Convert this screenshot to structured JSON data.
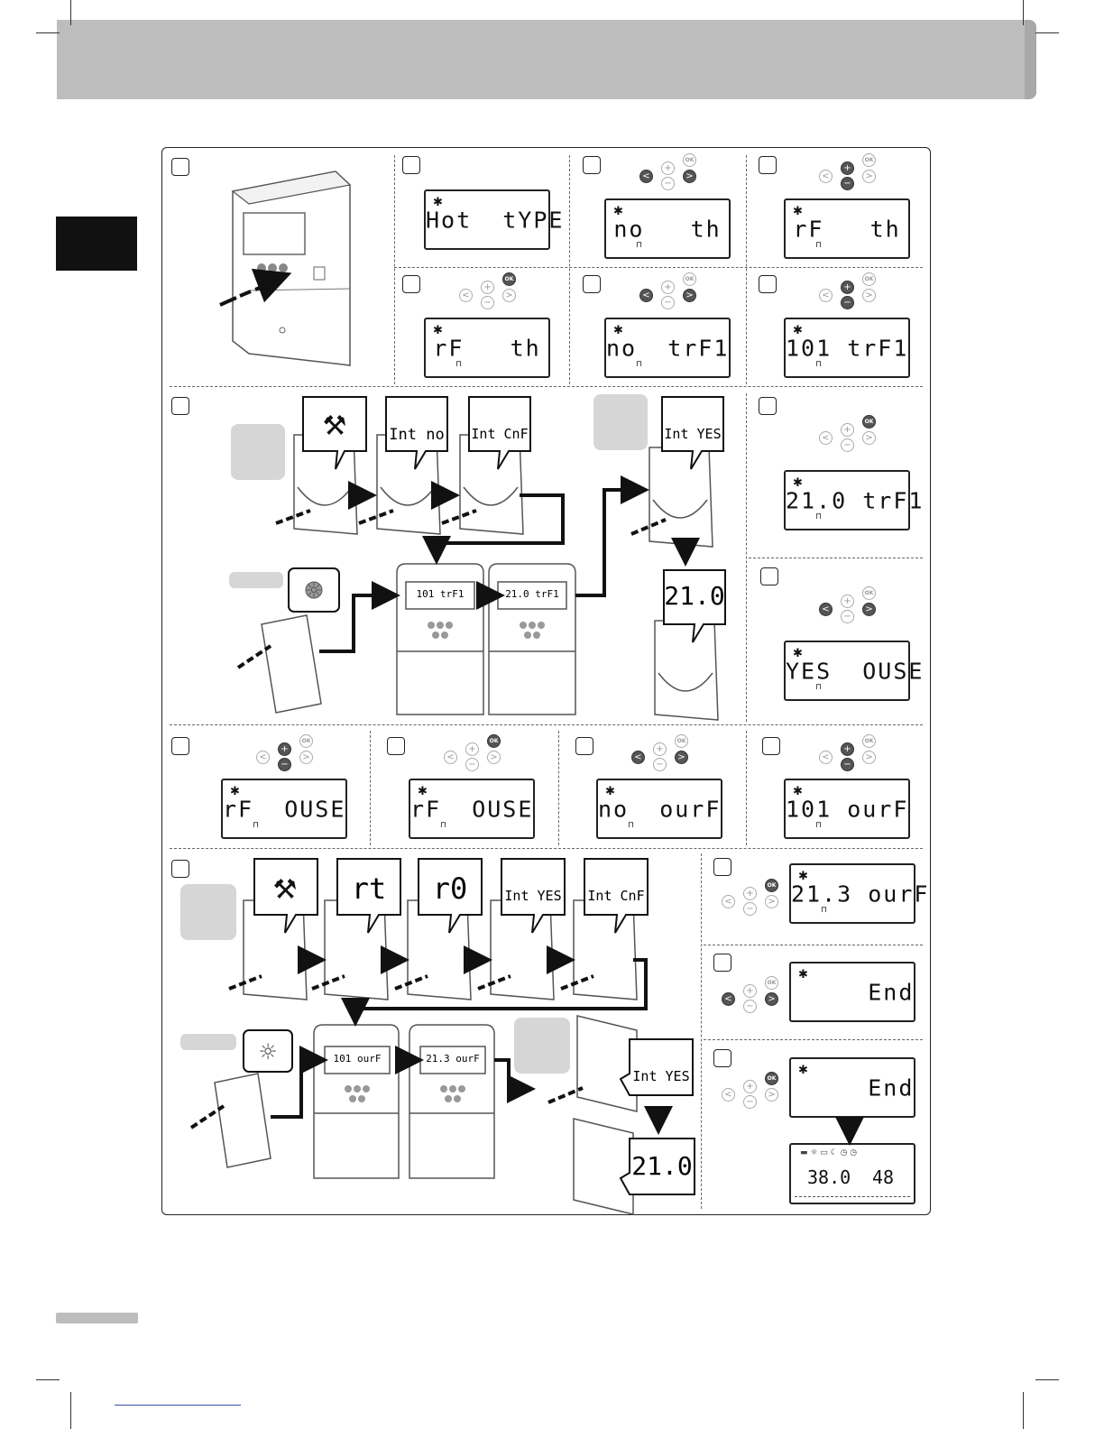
{
  "displays": {
    "s2": {
      "text": "Hot  tYPE",
      "sub": ""
    },
    "s3": {
      "text": "no   th",
      "sub": "⊓"
    },
    "s4": {
      "text": "rF   th",
      "sub": "⊓"
    },
    "s5": {
      "text": "rF   th",
      "sub": "⊓"
    },
    "s6": {
      "text": "no  trF1",
      "sub": "⊓"
    },
    "s7": {
      "text": "101 trF1",
      "sub": "⊓"
    },
    "s9": {
      "text": "21.0 trF1",
      "sub": "⊓"
    },
    "s10": {
      "text": "YES  OUSE",
      "sub": "⊓"
    },
    "s11": {
      "text": "rF  OUSE",
      "sub": "⊓"
    },
    "s12": {
      "text": "rF  OUSE",
      "sub": "⊓"
    },
    "s13": {
      "text": "no  ourF",
      "sub": "⊓"
    },
    "s14": {
      "text": "101 ourF",
      "sub": "⊓"
    },
    "s16": {
      "text": "21.3 ourF",
      "sub": "⊓"
    },
    "s17": {
      "text": "     End",
      "sub": ""
    },
    "s18": {
      "text": "     End",
      "sub": ""
    }
  },
  "thermostat_bubbles": {
    "row3": [
      "Int no",
      "Int CnF",
      "Int YES"
    ],
    "row3_result": "21.0",
    "row5": [
      "rt",
      "r0",
      "Int YES",
      "Int CnF"
    ],
    "row5_confirm": "Int YES",
    "row5_result": "21.0"
  },
  "controller_displays": {
    "row3": [
      "101 trF1",
      "21.0 trF1"
    ],
    "row5": [
      "101 ourF",
      "21.3 ourF"
    ]
  },
  "final_display": {
    "left": "38.0",
    "right": "48"
  },
  "button_labels": {
    "plus": "+",
    "minus": "−",
    "left": "<",
    "right": ">",
    "ok": "OK"
  },
  "icons": [
    "tools-icon",
    "sun-icon",
    "arrow-icon",
    "star-icon"
  ]
}
